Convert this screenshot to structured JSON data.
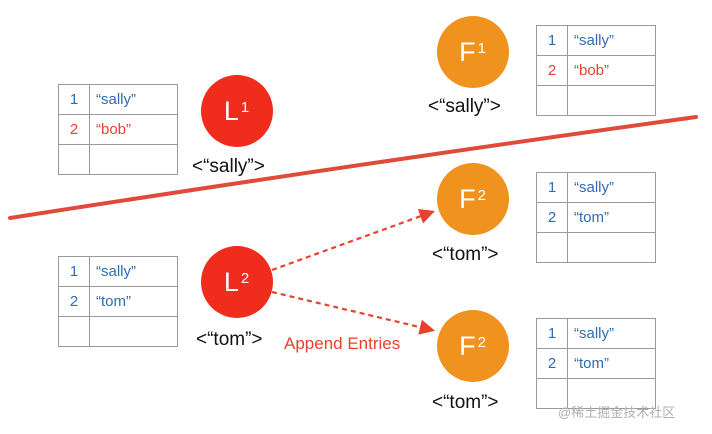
{
  "groups": {
    "old_leader": {
      "node": {
        "letter": "L",
        "term": "1"
      },
      "value": "<“sally”>",
      "log": [
        {
          "index": "1",
          "entry": "“sally”",
          "color": "#2f6db0"
        },
        {
          "index": "2",
          "entry": "“bob”",
          "color": "#e8412e"
        },
        {
          "index": "",
          "entry": "",
          "color": "#2f6db0"
        }
      ]
    },
    "old_follower": {
      "node": {
        "letter": "F",
        "term": "1"
      },
      "value": "<“sally”>",
      "log": [
        {
          "index": "1",
          "entry": "“sally”",
          "color": "#2f6db0"
        },
        {
          "index": "2",
          "entry": "“bob”",
          "color": "#e8412e"
        },
        {
          "index": "",
          "entry": "",
          "color": "#2f6db0"
        }
      ]
    },
    "new_leader": {
      "node": {
        "letter": "L",
        "term": "2"
      },
      "value": "<“tom”>",
      "log": [
        {
          "index": "1",
          "entry": "“sally”",
          "color": "#2f6db0"
        },
        {
          "index": "2",
          "entry": "“tom”",
          "color": "#2f6db0"
        },
        {
          "index": "",
          "entry": "",
          "color": "#2f6db0"
        }
      ]
    },
    "new_follower_a": {
      "node": {
        "letter": "F",
        "term": "2"
      },
      "value": "<“tom”>",
      "log": [
        {
          "index": "1",
          "entry": "“sally”",
          "color": "#2f6db0"
        },
        {
          "index": "2",
          "entry": "“tom”",
          "color": "#2f6db0"
        },
        {
          "index": "",
          "entry": "",
          "color": "#2f6db0"
        }
      ]
    },
    "new_follower_b": {
      "node": {
        "letter": "F",
        "term": "2"
      },
      "value": "<“tom”>",
      "log": [
        {
          "index": "1",
          "entry": "“sally”",
          "color": "#2f6db0"
        },
        {
          "index": "2",
          "entry": "“tom”",
          "color": "#2f6db0"
        },
        {
          "index": "",
          "entry": "",
          "color": "#2f6db0"
        }
      ]
    }
  },
  "edges": [
    {
      "from": "new_leader",
      "to": "new_follower_a",
      "style": "dashed-arrow"
    },
    {
      "from": "new_leader",
      "to": "new_follower_b",
      "style": "dashed-arrow"
    }
  ],
  "caption": "Append Entries",
  "watermark": "@稀土掘金技术社区",
  "colors": {
    "leader": "#f02c1c",
    "follower": "#f0921e",
    "divider": "#e04a3a",
    "arrow": "#e8412e",
    "index_text": "#2f6db0",
    "conflict_text": "#e8412e"
  }
}
